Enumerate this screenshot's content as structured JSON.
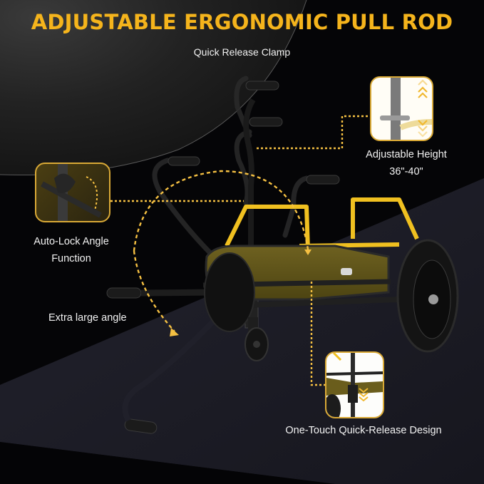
{
  "header": {
    "title": "ADJUSTABLE ERGONOMIC PULL ROD",
    "subtitle": "Quick Release Clamp"
  },
  "callouts": [
    {
      "id": "adjustable-height",
      "line1": "Adjustable Height",
      "line2": "36\"-40\""
    },
    {
      "id": "auto-lock",
      "line1": "Auto-Lock Angle",
      "line2": "Function"
    },
    {
      "id": "extra-angle",
      "line1": "Extra large angle"
    },
    {
      "id": "quick-release",
      "line1": "One-Touch Quick-Release Design"
    }
  ],
  "colors": {
    "accent": "#f5b41c",
    "frame_yellow": "#f0c020",
    "canvas_olive": "#5e5317",
    "floor": "#1c1c26",
    "background": "#050507",
    "text": "#f2f2f2"
  }
}
